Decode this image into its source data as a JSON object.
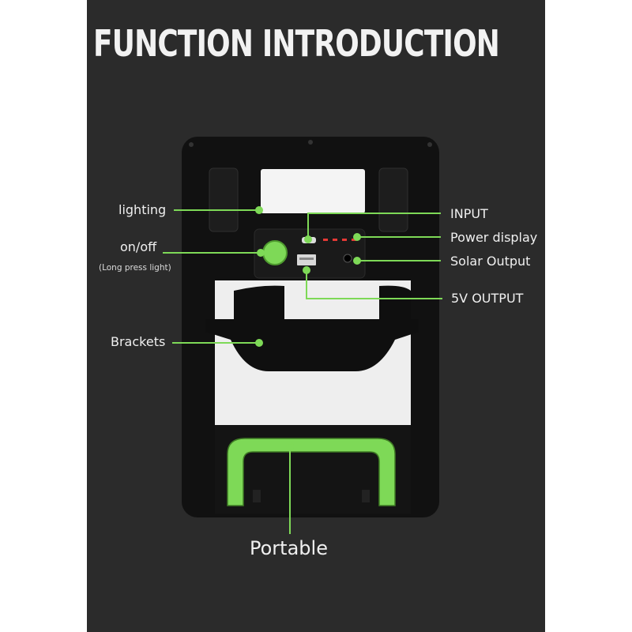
{
  "title": "FUNCTION INTRODUCTION",
  "labels": {
    "lighting": "lighting",
    "onoff": "on/off",
    "onoff_note": "(Long press light)",
    "brackets": "Brackets",
    "input": "INPUT",
    "power_display": "Power display",
    "solar_output": "Solar Output",
    "output_5v": "5V OUTPUT",
    "portable": "Portable"
  },
  "colors": {
    "background_panel": "#2b2b2b",
    "device_body": "#111111",
    "accent_green": "#7ed957",
    "power_led": "#e53935"
  },
  "power_display": {
    "led_count": 4
  }
}
